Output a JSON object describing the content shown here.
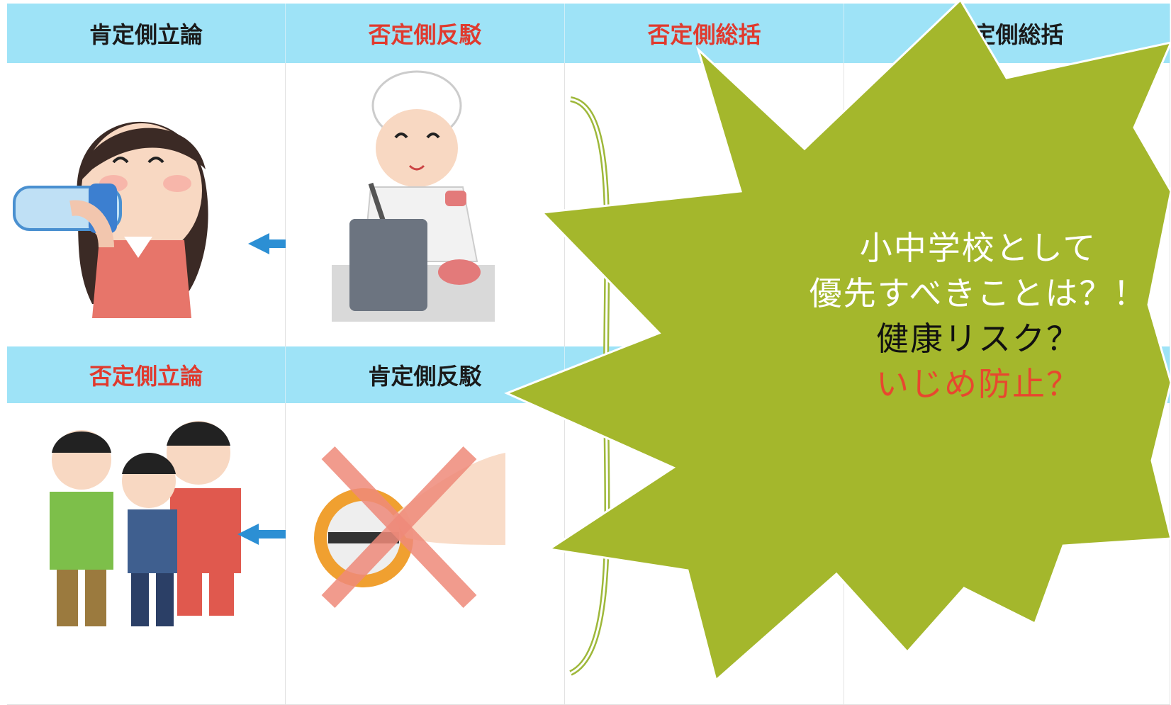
{
  "table": {
    "row1_headers": [
      {
        "label": "肯定側立論",
        "color": "#1a1a1a"
      },
      {
        "label": "否定側反駁",
        "color": "#e03a2e"
      },
      {
        "label": "否定側総括",
        "color": "#e03a2e"
      },
      {
        "label": "肯定側総括",
        "color": "#1a1a1a"
      }
    ],
    "row2_headers": [
      {
        "label": "否定側立論",
        "color": "#e03a2e"
      },
      {
        "label": "肯定側反駁",
        "color": "#1a1a1a"
      }
    ]
  },
  "callout": {
    "line1": "小中学校として",
    "line2": "優先すべきことは？！",
    "line3": "健康リスク？",
    "line4": "いじめ防止？",
    "fill_color": "#a4b72c",
    "accent_color": "#e8472f"
  },
  "colors": {
    "header_bg": "#9ee3f7",
    "arrow": "#2c8fd4",
    "bracket": "#9eb83a"
  }
}
